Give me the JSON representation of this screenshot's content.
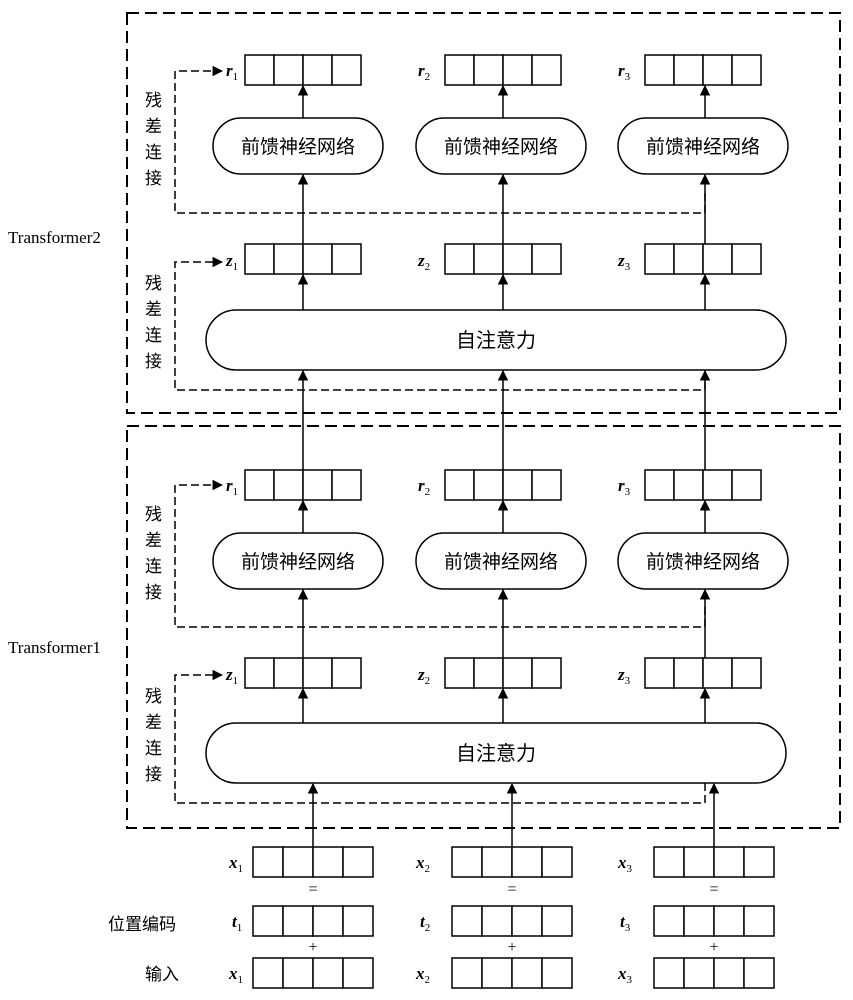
{
  "diagram": {
    "blocks": [
      {
        "title": "Transformer2"
      },
      {
        "title": "Transformer1"
      }
    ],
    "residual_label": [
      "残",
      "差",
      "连",
      "接"
    ],
    "ffn_label": "前馈神经网络",
    "attention_label": "自注意力",
    "r_vectors": [
      "r",
      "r",
      "r"
    ],
    "r_subscripts": [
      "1",
      "2",
      "3"
    ],
    "z_vectors": [
      "z",
      "z",
      "z"
    ],
    "z_subscripts": [
      "1",
      "2",
      "3"
    ],
    "input_rows": {
      "sum": {
        "row_label": "",
        "letter": "x",
        "subscripts": [
          "1",
          "2",
          "3"
        ]
      },
      "position": {
        "row_label": "位置编码",
        "letter": "t",
        "subscripts": [
          "1",
          "2",
          "3"
        ]
      },
      "input": {
        "row_label": "输入",
        "letter": "x",
        "subscripts": [
          "1",
          "2",
          "3"
        ]
      }
    },
    "equals_sign": "=",
    "plus_sign": "+"
  }
}
